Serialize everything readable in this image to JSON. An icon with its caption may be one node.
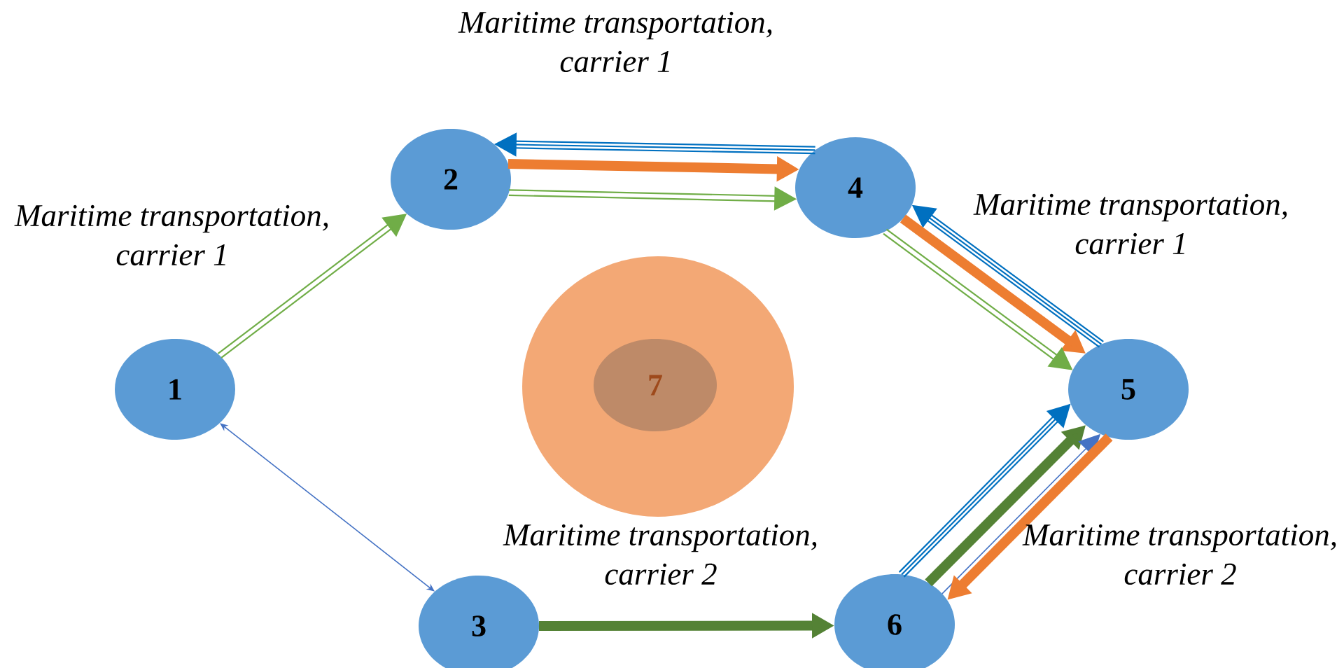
{
  "diagram": {
    "nodes": [
      {
        "text": [
          "1"
        ]
      },
      {
        "text": [
          "2"
        ]
      },
      {
        "text": [
          "3"
        ]
      },
      {
        "text": [
          "4"
        ]
      },
      {
        "text": [
          "5"
        ]
      },
      {
        "text": [
          "6"
        ]
      },
      {
        "text": [],
        "shape": "circle"
      },
      {
        "text": [
          "7"
        ],
        "in": 6
      }
    ],
    "edges": [
      {
        "from": 0,
        "to": 1,
        "arrow": "to",
        "color": "#70ad47"
      },
      {
        "from": 0,
        "to": 2,
        "arrow": "both",
        "color": "#4472c4"
      },
      {
        "from": 3,
        "to": 1,
        "arrow": "to",
        "color": "#0070c0"
      },
      {
        "from": 1,
        "to": 3,
        "arrow": "to",
        "style": "thick",
        "color": "#ed7d31"
      },
      {
        "from": 1,
        "to": 3,
        "arrow": "to",
        "color": "#70ad47"
      },
      {
        "from": 4,
        "to": 3,
        "arrow": "to",
        "color": "#0070c0"
      },
      {
        "from": 3,
        "to": 4,
        "arrow": "to",
        "style": "thick",
        "color": "#ed7d31"
      },
      {
        "from": 3,
        "to": 4,
        "arrow": "to",
        "color": "#70ad47"
      },
      {
        "from": 2,
        "to": 5,
        "arrow": "to",
        "style": "thick",
        "color": "#548235"
      },
      {
        "from": 5,
        "to": 4,
        "arrow": "to",
        "color": "#0070c0"
      },
      {
        "from": 5,
        "to": 4,
        "arrow": "to",
        "style": "thick",
        "color": "#548235"
      },
      {
        "from": 5,
        "to": 4,
        "arrow": "to",
        "color": "#4472c4"
      },
      {
        "from": 4,
        "to": 5,
        "arrow": "to",
        "style": "thick",
        "color": "#ed7d31"
      }
    ],
    "labels": [
      "Maritime transportation, carrier 1",
      "Maritime transportation, carrier 1",
      "Maritime transportation, carrier 1",
      "Maritime transportation, carrier 2",
      "Maritime transportation, carrier 2"
    ]
  }
}
